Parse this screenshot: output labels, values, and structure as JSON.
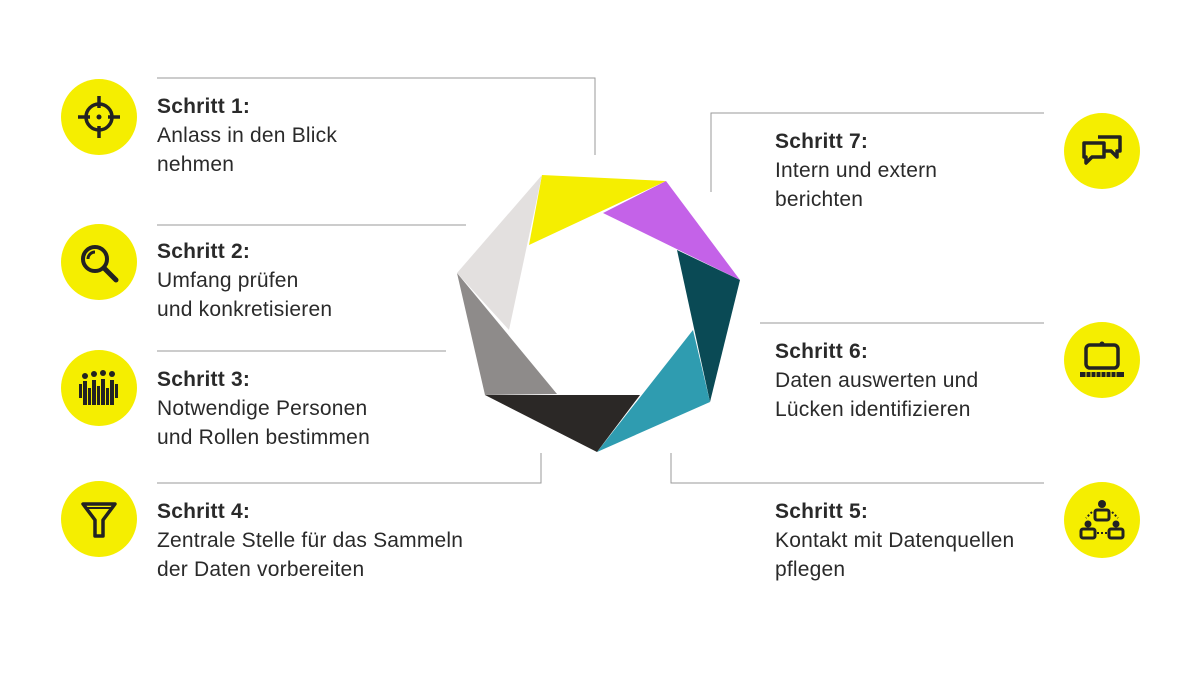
{
  "steps": [
    {
      "title": "Schritt 1:",
      "lines": [
        "Anlass in den Blick",
        "nehmen"
      ],
      "icon": "crosshair-icon"
    },
    {
      "title": "Schritt 2:",
      "lines": [
        "Umfang prüfen",
        "und konkretisieren"
      ],
      "icon": "magnifier-icon"
    },
    {
      "title": "Schritt 3:",
      "lines": [
        "Notwendige Personen",
        "und Rollen bestimmen"
      ],
      "icon": "people-group-icon"
    },
    {
      "title": "Schritt 4:",
      "lines": [
        "Zentrale Stelle für das Sammeln",
        "der Daten vorbereiten"
      ],
      "icon": "funnel-icon"
    },
    {
      "title": "Schritt 5:",
      "lines": [
        "Kontakt mit Datenquellen",
        "pflegen"
      ],
      "icon": "network-people-icon"
    },
    {
      "title": "Schritt 6:",
      "lines": [
        "Daten auswerten und",
        "Lücken identifizieren"
      ],
      "icon": "laptop-icon"
    },
    {
      "title": "Schritt 7:",
      "lines": [
        "Intern und extern",
        "berichten"
      ],
      "icon": "speech-bubbles-icon"
    }
  ],
  "colors": {
    "icon_bg": "#f5ee00",
    "segments": [
      "#f5ee00",
      "#c462e8",
      "#0a4a55",
      "#2f9cb0",
      "#2b2826",
      "#8e8b8a",
      "#e3e0df"
    ]
  }
}
